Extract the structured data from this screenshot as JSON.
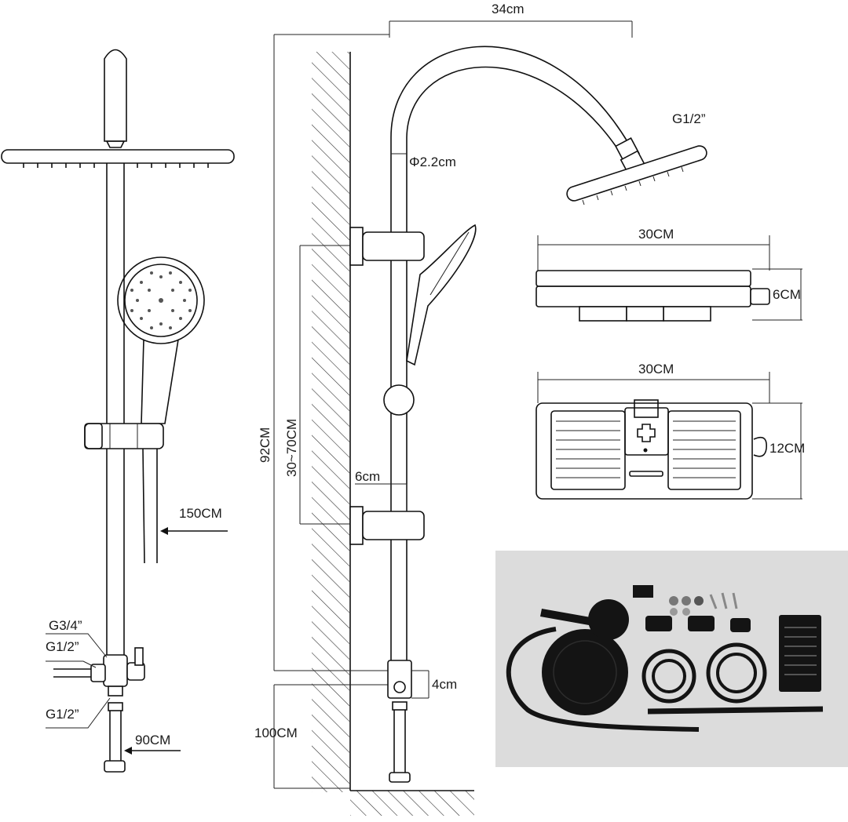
{
  "dimensions": {
    "arm_width": "34cm",
    "head_thread": "G1/2”",
    "pipe_diameter": "Φ2.2cm",
    "shelf_top_width": "30CM",
    "shelf_height": "6CM",
    "shelf_front_width": "30CM",
    "shelf_depth": "12CM",
    "slide_range": "30~70CM",
    "overall_height": "92CM",
    "bracket_offset": "6cm",
    "hose_length": "150CM",
    "inlet_thread_main": "G3/4”",
    "inlet_thread_top": "G1/2”",
    "inlet_thread_bottom": "G1/2”",
    "connector_hose_length": "90CM",
    "valve_height": "4cm",
    "floor_height": "100CM"
  },
  "colors": {
    "line": "#111111",
    "photo_bg": "#dcdcdc",
    "product": "#141414"
  }
}
